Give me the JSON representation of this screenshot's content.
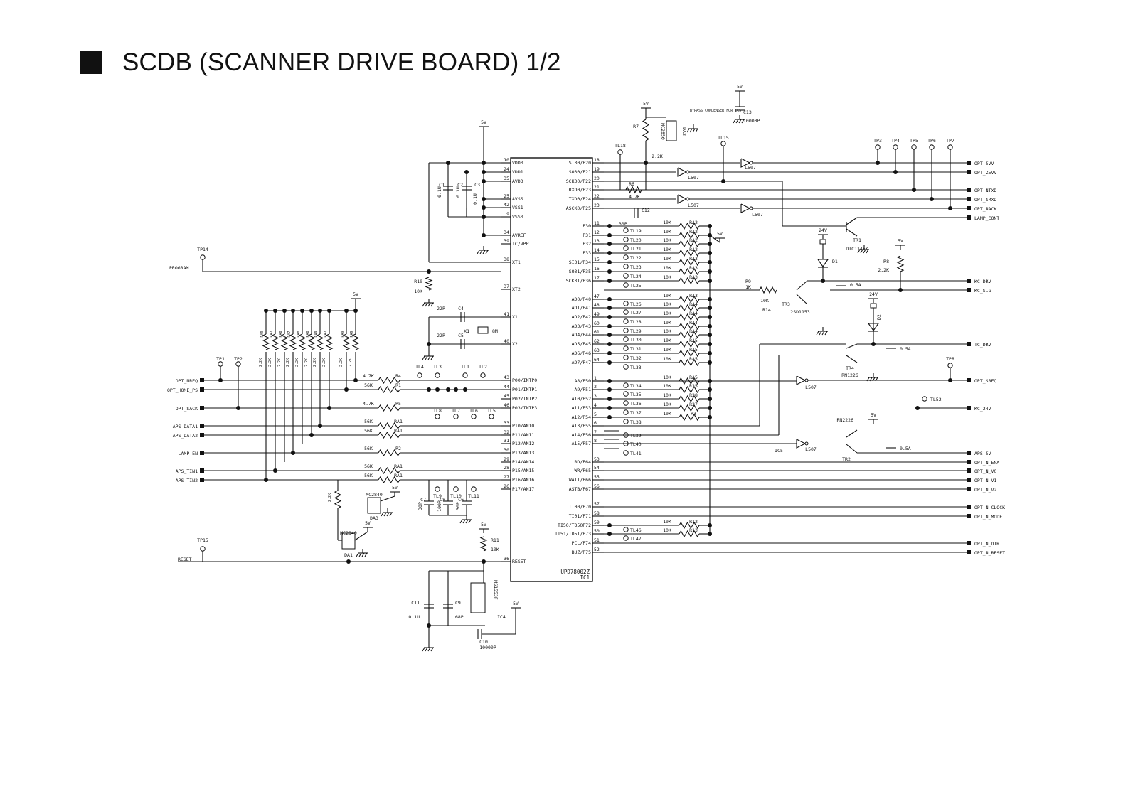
{
  "title": "SCDB (SCANNER DRIVE BOARD) 1/2",
  "ic1": {
    "part": "UPD78002Z",
    "ref": "IC1",
    "left_pins": [
      {
        "num": "10",
        "name": "VDD0"
      },
      {
        "num": "24",
        "name": "VDD1"
      },
      {
        "num": "35",
        "name": "AVDD"
      },
      {
        "num": "25",
        "name": "AVSS"
      },
      {
        "num": "42",
        "name": "VSS1"
      },
      {
        "num": "9",
        "name": "VSS0"
      },
      {
        "num": "34",
        "name": "AVREF"
      },
      {
        "num": "39",
        "name": "IC/VPP"
      },
      {
        "num": "38",
        "name": "XT1"
      },
      {
        "num": "37",
        "name": "XT2"
      },
      {
        "num": "41",
        "name": "X1"
      },
      {
        "num": "40",
        "name": "X2"
      },
      {
        "num": "43",
        "name": "P00/INTP0"
      },
      {
        "num": "44",
        "name": "P01/INTP1"
      },
      {
        "num": "45",
        "name": "P02/INTP2"
      },
      {
        "num": "46",
        "name": "P03/INTP3"
      },
      {
        "num": "33",
        "name": "P10/AN10"
      },
      {
        "num": "32",
        "name": "P11/AN11"
      },
      {
        "num": "31",
        "name": "P12/AN12"
      },
      {
        "num": "30",
        "name": "P13/AN13"
      },
      {
        "num": "29",
        "name": "P14/AN14"
      },
      {
        "num": "28",
        "name": "P15/AN15"
      },
      {
        "num": "27",
        "name": "P16/AN16"
      },
      {
        "num": "26",
        "name": "P17/AN17"
      },
      {
        "num": "36",
        "name": "RESET"
      }
    ],
    "right_pins": [
      {
        "num": "18",
        "name": "SI30/P20"
      },
      {
        "num": "19",
        "name": "SO30/P21"
      },
      {
        "num": "20",
        "name": "SCK30/P22"
      },
      {
        "num": "21",
        "name": "RXD0/P23"
      },
      {
        "num": "22",
        "name": "TXD0/P24"
      },
      {
        "num": "23",
        "name": "ASCK0/P25"
      },
      {
        "num": "11",
        "name": "P30"
      },
      {
        "num": "12",
        "name": "P31"
      },
      {
        "num": "13",
        "name": "P32"
      },
      {
        "num": "14",
        "name": "P33"
      },
      {
        "num": "15",
        "name": "SI31/P34"
      },
      {
        "num": "16",
        "name": "SO31/P35"
      },
      {
        "num": "17",
        "name": "SCK31/P36"
      },
      {
        "num": "47",
        "name": "AD0/P40"
      },
      {
        "num": "48",
        "name": "AD1/P41"
      },
      {
        "num": "49",
        "name": "AD2/P42"
      },
      {
        "num": "60",
        "name": "AD3/P43"
      },
      {
        "num": "61",
        "name": "AD4/P44"
      },
      {
        "num": "62",
        "name": "AD5/P45"
      },
      {
        "num": "63",
        "name": "AD6/P46"
      },
      {
        "num": "64",
        "name": "AD7/P47"
      },
      {
        "num": "1",
        "name": "A8/P50"
      },
      {
        "num": "2",
        "name": "A9/P51"
      },
      {
        "num": "3",
        "name": "A10/P52"
      },
      {
        "num": "4",
        "name": "A11/P53"
      },
      {
        "num": "5",
        "name": "A12/P54"
      },
      {
        "num": "6",
        "name": "A13/P55"
      },
      {
        "num": "7",
        "name": "A14/P56"
      },
      {
        "num": "8",
        "name": "A15/P57"
      },
      {
        "num": "53",
        "name": "RD/P64"
      },
      {
        "num": "54",
        "name": "WR/P65"
      },
      {
        "num": "55",
        "name": "WAIT/P66"
      },
      {
        "num": "56",
        "name": "ASTB/P67"
      },
      {
        "num": "57",
        "name": "TI00/P70"
      },
      {
        "num": "58",
        "name": "TI01/P71"
      },
      {
        "num": "59",
        "name": "TI50/TO50P72"
      },
      {
        "num": "50",
        "name": "TI51/TO51/P73"
      },
      {
        "num": "51",
        "name": "PCL/P74"
      },
      {
        "num": "52",
        "name": "BUZ/P75"
      }
    ]
  },
  "left_connectors": [
    "OPT_NREQ",
    "OPT_HOME_PS",
    "OPT_SACK",
    "APS_DATA1",
    "APS_DATA2",
    "LAMP_EN",
    "APS_TIN1",
    "APS_TIN2"
  ],
  "right_connectors": [
    "OPT_5VV",
    "OPT_ZEVV",
    "OPT_NTXD",
    "OPT_SRXD",
    "OPT_NACK",
    "LAMP_CONT",
    "KC_DRV",
    "KC_SIG",
    "TC_DRV",
    "OPT_SREQ",
    "KC_24V",
    "APS_5V",
    "OPT_N_ENA",
    "OPT_N_V0",
    "OPT_N_V1",
    "OPT_N_V2",
    "OPT_N_CLOCK",
    "OPT_N_MODE",
    "OPT_N_DIR",
    "OPT_N_RESET"
  ],
  "labels": {
    "v5": "5V",
    "v24": "24V",
    "program": "PROGRAM",
    "reset": "RESET",
    "bypass": "BYPASS CONDENSER FOR IC5",
    "tp": [
      "TP1",
      "TP2",
      "TP3",
      "TP4",
      "TP5",
      "TP6",
      "TP7",
      "TP8",
      "TP14",
      "TP15"
    ],
    "tl": [
      "TL1",
      "TL2",
      "TL3",
      "TL4",
      "TL5",
      "TL6",
      "TL7",
      "TL8",
      "TL9",
      "TL10",
      "TL11",
      "TL15",
      "TL18",
      "TL19",
      "TL20",
      "TL21",
      "TL22",
      "TL23",
      "TL24",
      "TL25",
      "TL26",
      "TL27",
      "TL28",
      "TL29",
      "TL30",
      "TL31",
      "TL32",
      "TL33",
      "TL34",
      "TL35",
      "TL36",
      "TL37",
      "TL38",
      "TL39",
      "TL40",
      "TL41",
      "TL46",
      "TL47",
      "TL52"
    ],
    "parts": {
      "c1": "C1",
      "c1v": "0.1U",
      "c2": "C2",
      "c2v": "0.1U",
      "c3": "C3",
      "c3v": "0.1U",
      "c4": "C4",
      "c4v": "22P",
      "c5": "C5",
      "c5v": "22P",
      "x1": "X1",
      "x1v": "8M",
      "c7": "C7",
      "c7v": "30P",
      "c8": "C8",
      "c8v": "100P",
      "c6": "C6",
      "c6v": "30P",
      "c9": "C9",
      "c9v": "68P",
      "c10": "C10",
      "c10v": "10000P",
      "c11": "C11",
      "c11v": "0.1U",
      "c12": "C12",
      "c12v": "30P",
      "c13": "C13",
      "c13v": "10000P",
      "r4": "R4",
      "r4v": "4.7K",
      "r5": "R5",
      "r5v": "4.7K",
      "r6": "R6",
      "r6v": "4.7K",
      "r7": "R7",
      "r7v": "2.2K",
      "r8": "R8",
      "r8v": "2.2K",
      "r9": "R9",
      "r9v": "1K",
      "r10": "R10",
      "r10v": "10K",
      "r11": "R11",
      "r11v": "10K",
      "r14": "R14",
      "r14v": "10K",
      "r1": "R1",
      "r2": "R2",
      "r3": "R3",
      "ra1": "RA1",
      "ra2": "RA2",
      "ra3": "RA3",
      "ra4": "RA4",
      "ra5": "RA5",
      "ra7": "RA7",
      "ra8": "RA8",
      "ra9": "RA9",
      "r12": "R12",
      "r13": "R13",
      "r25": "R25",
      "r27": "R27",
      "r28": "R28",
      "v10k": "10K",
      "v56k": "56K",
      "v2_2k": "2.2K",
      "ic4": "IC4",
      "ic4p": "MS1553F",
      "ic5": "IC5",
      "ic5p": "L507",
      "tr1": "TR1",
      "tr1p": "DTC114EK",
      "tr2": "TR2",
      "tr2p": "RN2226",
      "tr3": "TR3",
      "tr3p": "2SD1153",
      "tr4": "TR4",
      "tr4p": "RN1226",
      "d1": "D1",
      "d2": "D2",
      "da1": "DA1",
      "da2": "DA2",
      "da3": "DA3",
      "mc2840": "MC2840",
      "mc2850": "MC2850",
      "amp05": "0.5A"
    }
  }
}
